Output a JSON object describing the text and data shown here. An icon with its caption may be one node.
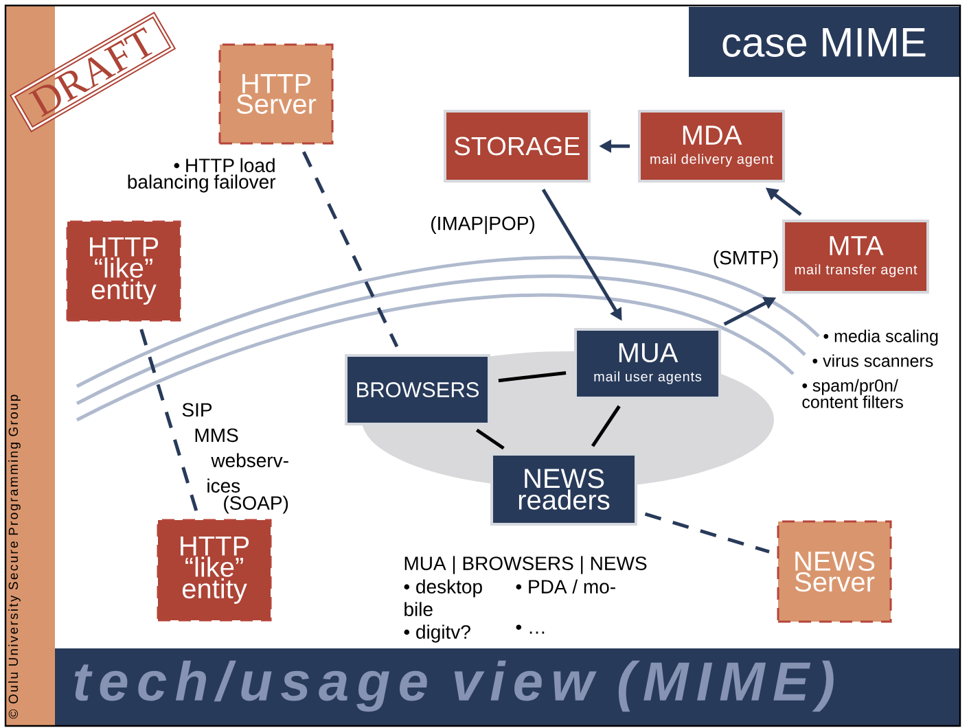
{
  "diagram": {
    "title": "tech/usage view (MIME)",
    "nodes": [
      {
        "text": [
          "HTTP Server"
        ]
      },
      {
        "text": [
          "HTTP “like” entity"
        ]
      },
      {
        "text": [
          "HTTP “like” entity"
        ]
      },
      {
        "text": [
          "STORAGE"
        ]
      },
      {
        "text": [
          "MDA",
          "mail delivery agent"
        ]
      },
      {
        "text": [
          "MTA",
          "mail transfer agent"
        ]
      },
      {
        "text": [
          "BROWSERS"
        ]
      },
      {
        "text": [
          "MUA",
          "mail user agents"
        ]
      },
      {
        "text": [
          "NEWS readers"
        ]
      },
      {
        "text": [
          "NEWS Server"
        ]
      }
    ],
    "edges": [
      {
        "from": 0,
        "to": 6,
        "arrow": "none",
        "style": "dashed"
      },
      {
        "from": 1,
        "to": 2,
        "arrow": "none",
        "style": "dashed"
      },
      {
        "from": 4,
        "to": 3,
        "arrow": "to"
      },
      {
        "from": 3,
        "to": 7,
        "arrow": "to",
        "label": "(IMAP|POP)"
      },
      {
        "from": 7,
        "to": 5,
        "arrow": "to",
        "label": "(SMTP)"
      },
      {
        "from": 5,
        "to": 4,
        "arrow": "to"
      },
      {
        "from": 6,
        "to": 7,
        "arrow": "none",
        "color": "#000000"
      },
      {
        "from": 6,
        "to": 8,
        "arrow": "none",
        "color": "#000000"
      },
      {
        "from": 7,
        "to": 8,
        "arrow": "none",
        "color": "#000000"
      },
      {
        "from": 8,
        "to": 9,
        "arrow": "none",
        "style": "dashed"
      }
    ],
    "labels": [
      "case MIME",
      "DRAFT",
      "• HTTP load balancing failover",
      "SIP",
      "MMS",
      "webserv-",
      "ices",
      "(SOAP)",
      "• media scaling",
      "• virus scanners",
      "• spam/pr0n/ content filters",
      "MUA | BROWSERS | NEWS",
      "• desktop",
      "• PDA / mo-",
      "bile",
      "• digitv?",
      "• …",
      "© Oulu University Secure Programming Group"
    ]
  }
}
